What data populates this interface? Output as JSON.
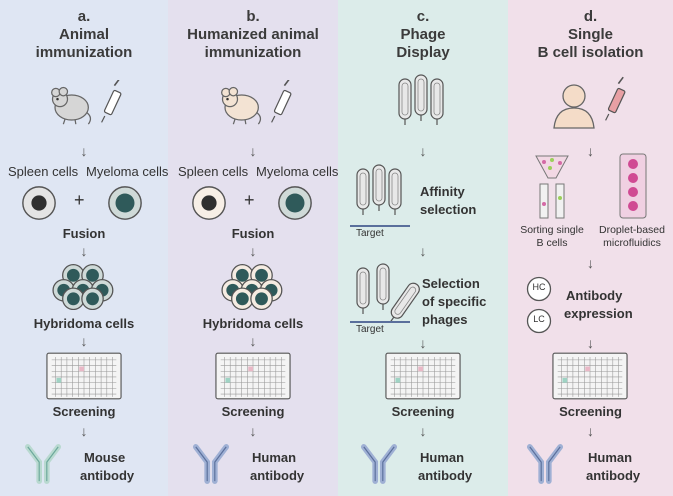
{
  "columns": {
    "a": {
      "letter": "a.",
      "title_l1": "Animal",
      "title_l2": "immunization",
      "cells_left": "Spleen cells",
      "cells_right": "Myeloma cells",
      "plus": "+",
      "fusion": "Fusion",
      "hybridoma": "Hybridoma cells",
      "screening": "Screening",
      "result_l1": "Mouse",
      "result_l2": "antibody"
    },
    "b": {
      "letter": "b.",
      "title_l1": "Humanized animal",
      "title_l2": "immunization",
      "cells_left": "Spleen cells",
      "cells_right": "Myeloma cells",
      "plus": "+",
      "fusion": "Fusion",
      "hybridoma": "Hybridoma cells",
      "screening": "Screening",
      "result_l1": "Human",
      "result_l2": "antibody"
    },
    "c": {
      "letter": "c.",
      "title_l1": "Phage",
      "title_l2": "Display",
      "affinity_l1": "Affinity",
      "affinity_l2": "selection",
      "target1": "Target",
      "selection_l1": "Selection",
      "selection_l2": "of specific",
      "selection_l3": "phages",
      "target2": "Target",
      "screening": "Screening",
      "result_l1": "Human",
      "result_l2": "antibody"
    },
    "d": {
      "letter": "d.",
      "title_l1": "Single",
      "title_l2": "B cell isolation",
      "sort_l1": "Sorting single",
      "sort_l2": "B cells",
      "droplet_l1": "Droplet-based",
      "droplet_l2": "microfluidics",
      "hc": "HC",
      "lc": "LC",
      "expr_l1": "Antibody",
      "expr_l2": "expression",
      "screening": "Screening",
      "result_l1": "Human",
      "result_l2": "antibody"
    }
  },
  "arrow_glyph": "↓",
  "colors": {
    "col_a": "#dfe6f3",
    "col_b": "#e4e0ee",
    "col_c": "#dcecea",
    "col_d": "#f1e0ea",
    "teal_dark": "#2f5a5a",
    "cell_fill": "#e6e6e6",
    "ab_mouse": "#b9d9d0",
    "ab_human": "#9fb0d4"
  }
}
